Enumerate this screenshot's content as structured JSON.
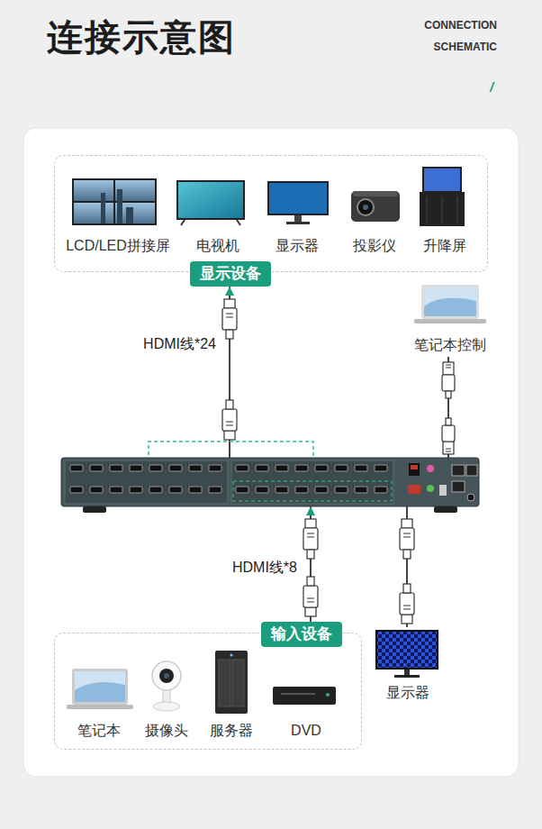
{
  "diagram": {
    "title": "连接示意图",
    "nodes": [
      {
        "text": [
          "显示设备"
        ]
      },
      {
        "text": [
          "LCD/LED拼接屏"
        ],
        "in": 0
      },
      {
        "text": [
          "电视机"
        ],
        "in": 0
      },
      {
        "text": [
          "显示器"
        ],
        "in": 0
      },
      {
        "text": [
          "投影仪"
        ],
        "in": 0
      },
      {
        "text": [
          "升降屏"
        ],
        "in": 0
      },
      {
        "text": [
          "笔记本控制"
        ]
      },
      {
        "text": []
      },
      {
        "text": [
          "输入设备"
        ]
      },
      {
        "text": [
          "笔记本"
        ],
        "in": 8
      },
      {
        "text": [
          "摄像头"
        ],
        "in": 8
      },
      {
        "text": [
          "服务器"
        ],
        "in": 8
      },
      {
        "text": [
          "DVD"
        ],
        "in": 8
      },
      {
        "text": [
          "显示器"
        ]
      }
    ],
    "edges": [
      {
        "from": 7,
        "to": 0,
        "label": "HDMI线*24",
        "arrow": "to"
      },
      {
        "from": 6,
        "to": 7,
        "arrow": "none"
      },
      {
        "from": 8,
        "to": 7,
        "label": "HDMI线*8",
        "arrow": "to"
      },
      {
        "from": 7,
        "to": 13,
        "arrow": "none"
      }
    ],
    "labels": [
      "CONNECTION SCHEMATIC",
      "/"
    ]
  }
}
